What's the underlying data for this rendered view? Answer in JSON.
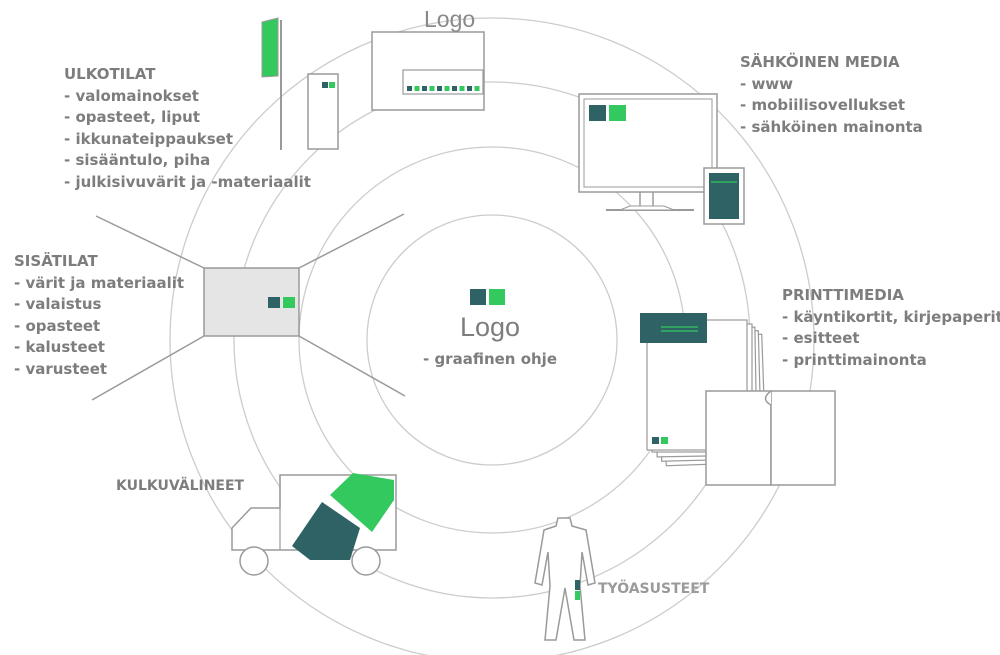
{
  "center": {
    "title": "Logo",
    "subtitle": "- graafinen ohje"
  },
  "signboard": {
    "title": "Logo"
  },
  "sections": {
    "ulkotilat": {
      "heading": "ULKOTILAT",
      "items": [
        "- valomainokset",
        "- opasteet, liput",
        "- ikkunateippaukset",
        "- sisääntulo, piha",
        "- julkisivuvärit ja -materiaalit"
      ]
    },
    "sisatilat": {
      "heading": "SISÄTILAT",
      "items": [
        "- värit ja materiaalit",
        "- valaistus",
        "- opasteet",
        "- kalusteet",
        "- varusteet"
      ]
    },
    "sahkoinen": {
      "heading": "SÄHKÖINEN MEDIA",
      "items": [
        "- www",
        "- mobiilisovellukset",
        "- sähköinen mainonta"
      ]
    },
    "printti": {
      "heading": "PRINTTIMEDIA",
      "items": [
        "- käyntikortit, kirjepaperit",
        "- esitteet",
        "- printtimainonta"
      ]
    },
    "kulkuvalineet": {
      "heading": "KULKUVÄLINEET"
    },
    "tyoasusteet": {
      "heading": "TYÖASUSTEET"
    }
  },
  "colors": {
    "dark": "#2f6265",
    "green": "#33c95f",
    "line": "#c8c8c8",
    "stroke": "#9a9a9a",
    "text": "#7d7d7d"
  },
  "icons": [
    "flag-icon",
    "sign-icon",
    "storefront-icon",
    "monitor-icon",
    "tablet-icon",
    "room-icon",
    "brochure-stack-icon",
    "open-book-icon",
    "truck-icon",
    "workwear-icon"
  ]
}
